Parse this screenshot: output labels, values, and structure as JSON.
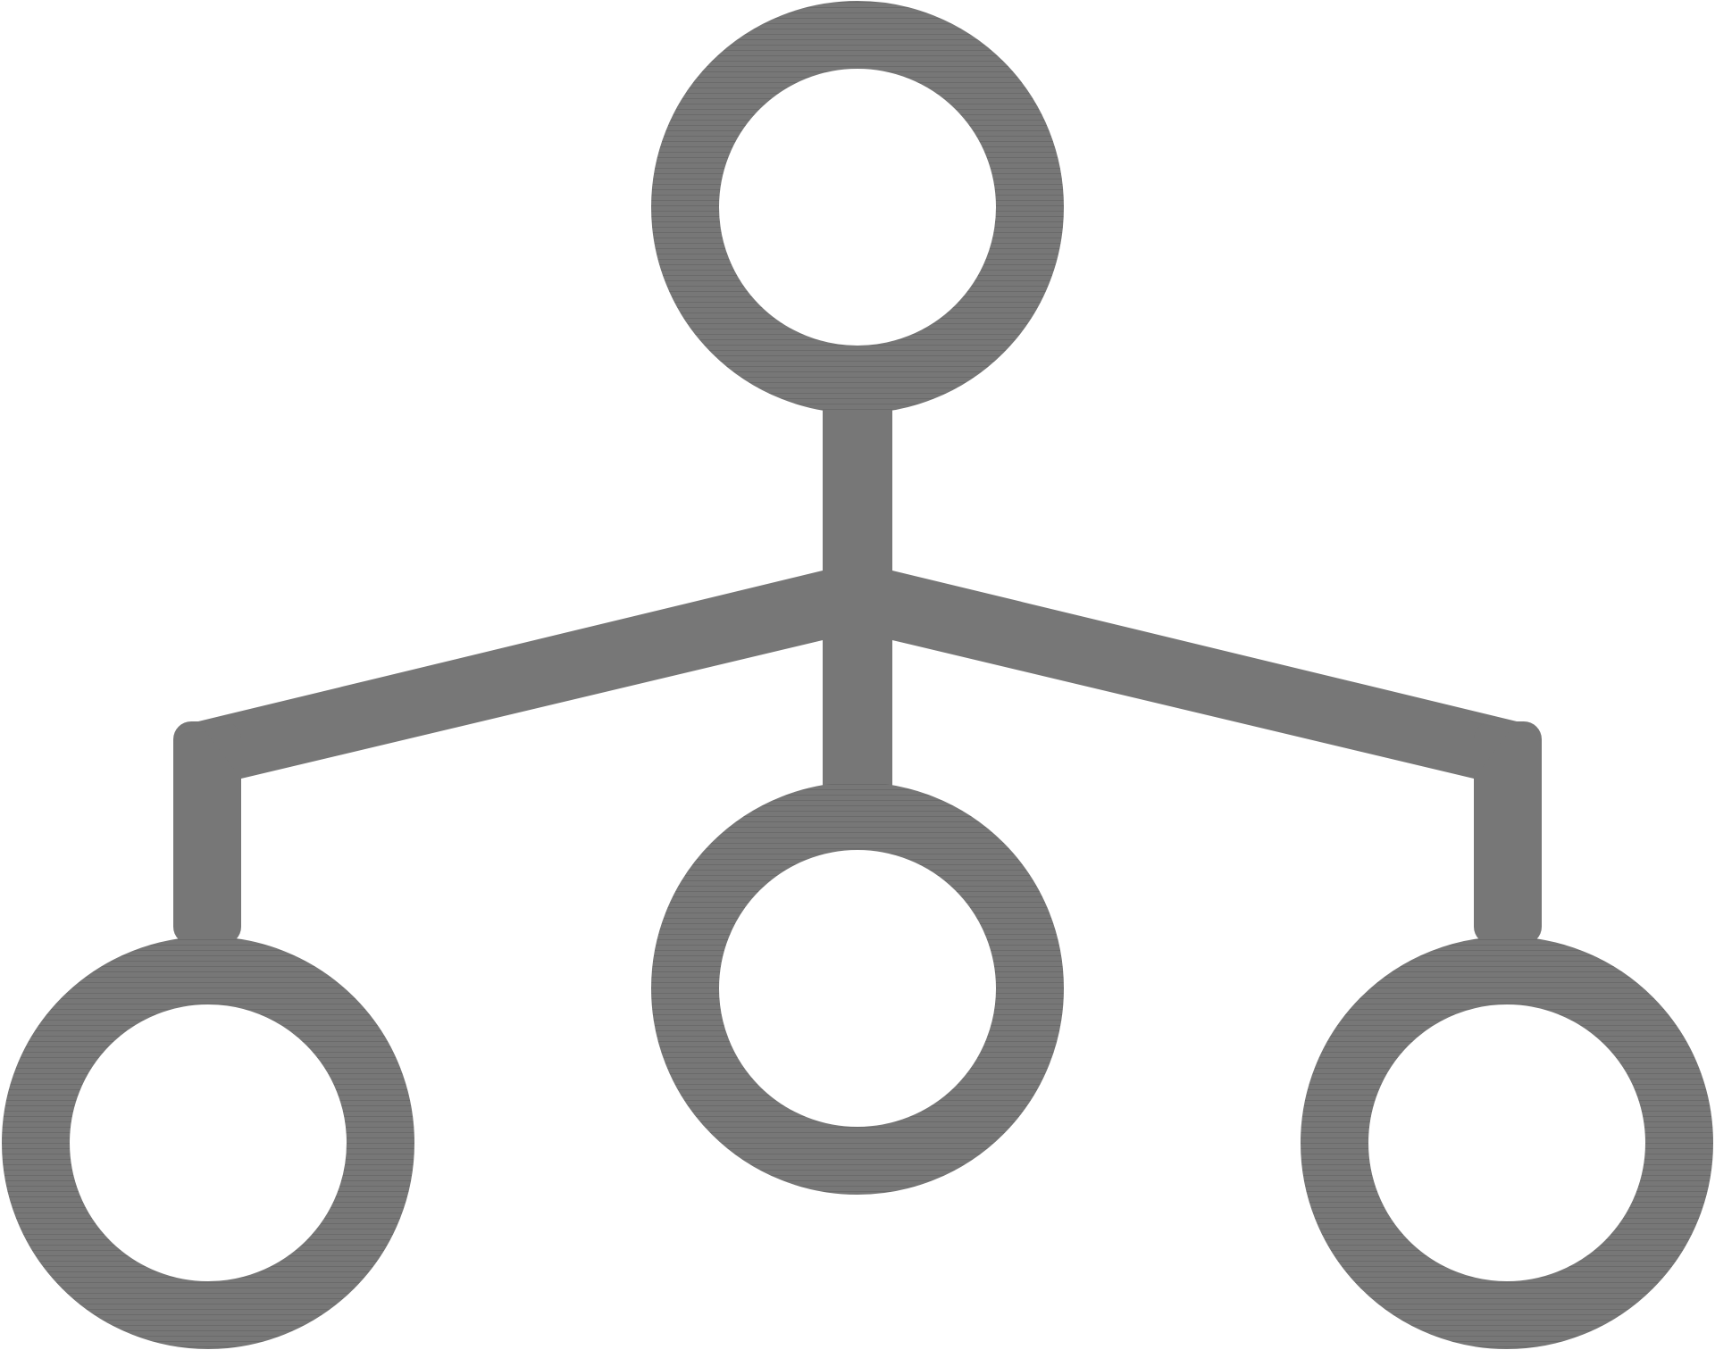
{
  "icon": {
    "name": "hierarchy-icon",
    "fill_color": "#777777",
    "background": "#ffffff",
    "nodes": [
      {
        "id": "root",
        "role": "parent"
      },
      {
        "id": "left",
        "role": "child"
      },
      {
        "id": "center",
        "role": "child"
      },
      {
        "id": "right",
        "role": "child"
      }
    ]
  }
}
